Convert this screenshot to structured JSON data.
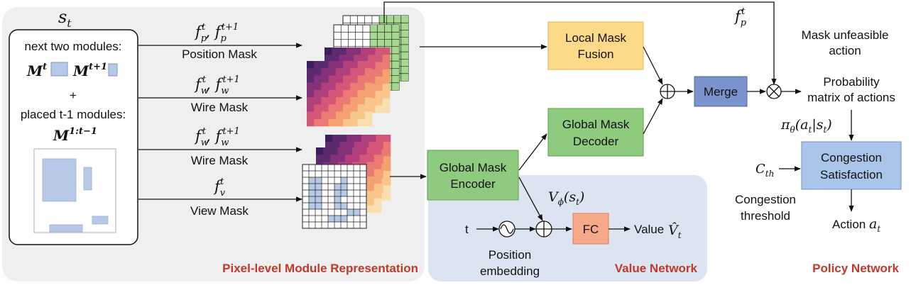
{
  "state": {
    "symbol": "s",
    "subscript": "t",
    "next_modules_label": "next two modules:",
    "m_t": "M",
    "m_t_sup": "t",
    "m_t1": "M",
    "m_t1_sup": "t+1",
    "plus": "+",
    "placed_label": "placed t-1 modules:",
    "m_placed": "M",
    "m_placed_sup": "1:t−1"
  },
  "masks": {
    "position": {
      "formula": "f",
      "sub1": "p",
      "sup1": "t",
      "sep": ", ",
      "sub2": "p",
      "sup2": "t+1",
      "label": "Position Mask"
    },
    "wire1": {
      "formula": "f",
      "sub1": "w",
      "sup1": "t",
      "sep": ", ",
      "sub2": "w",
      "sup2": "t+1",
      "label": "Wire Mask"
    },
    "wire2": {
      "formula": "f",
      "sub1": "w",
      "sup1": "t",
      "sep": ", ",
      "sub2": "w",
      "sup2": "t+1",
      "label": "Wire Mask"
    },
    "view": {
      "formula": "f",
      "sub1": "v",
      "sup1": "t",
      "label": "View Mask"
    }
  },
  "sections": {
    "pixel": "Pixel-level Module Representation",
    "value": "Value Network",
    "policy": "Policy Network"
  },
  "nodes": {
    "local_fusion": [
      "Local Mask",
      "Fusion"
    ],
    "global_decoder": [
      "Global Mask",
      "Decoder"
    ],
    "global_encoder": [
      "Global Mask",
      "Encoder"
    ],
    "merge": "Merge",
    "fc": "FC",
    "congestion": [
      "Congestion",
      "Satisfaction"
    ]
  },
  "value_net": {
    "t_input": "t",
    "position_embedding": [
      "Position",
      "embedding"
    ],
    "v_phi": "V",
    "v_phi_sub": "ϕ",
    "v_phi_arg": "(s",
    "v_phi_arg_sub": "t",
    "v_phi_close": ")",
    "value_label": "Value",
    "v_hat": "V̂",
    "v_hat_sub": "t"
  },
  "policy": {
    "fp": "f",
    "fp_sub": "p",
    "fp_sup": "t",
    "mask_unfeasible": [
      "Mask unfeasible",
      "action"
    ],
    "prob_matrix": [
      "Probability",
      "matrix of actions"
    ],
    "pi": "π",
    "pi_sub": "θ",
    "pi_arg": "(a",
    "pi_arg_sub": "t",
    "pi_arg2": "|s",
    "pi_arg2_sub": "t",
    "pi_close": ")",
    "c_th": "C",
    "c_th_sub": "th",
    "threshold": [
      "Congestion",
      "threshold"
    ],
    "action": "Action ",
    "action_var": "a",
    "action_sub": "t"
  },
  "colors": {
    "pixel_bg": "#efefef",
    "value_bg": "#dde4f1",
    "fusion_fill": "#fdd98a",
    "encoder_fill": "#8fcb7e",
    "merge_fill": "#7b93cc",
    "fc_fill": "#f5a98a",
    "congestion_fill": "#a9c6ea",
    "section_text": "#c0392b",
    "module_fill": "#b7c9e6",
    "mask_green": "#a5d98f"
  }
}
